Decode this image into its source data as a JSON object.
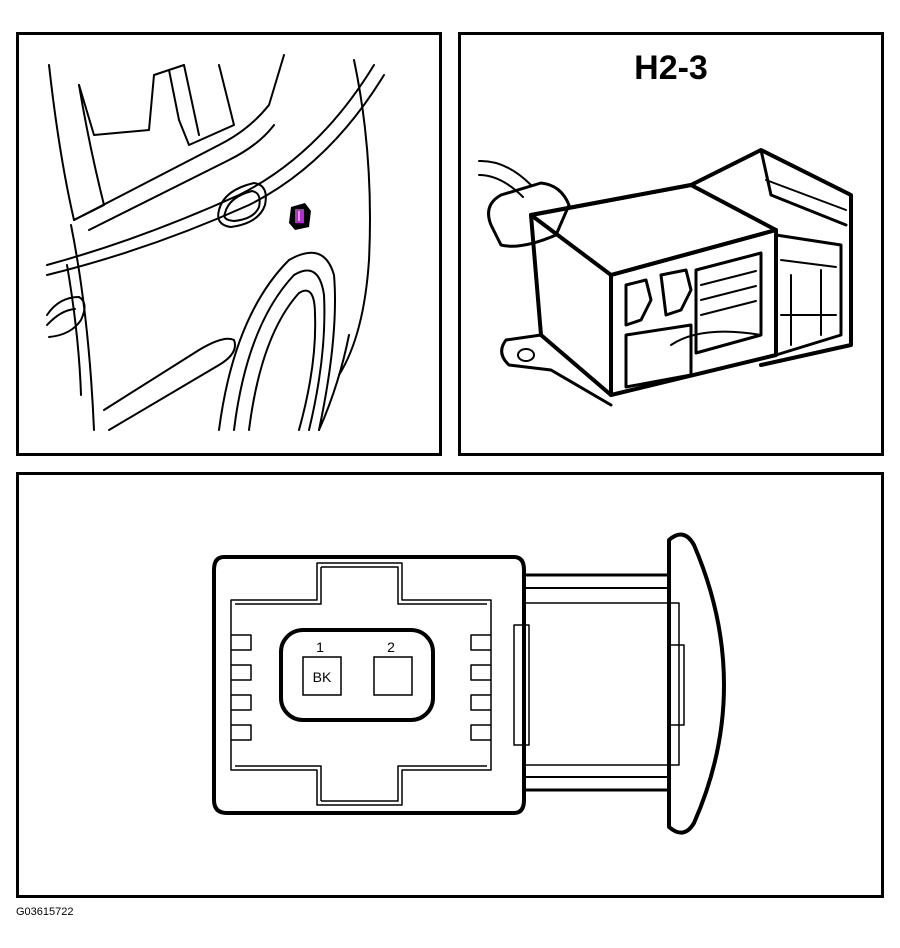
{
  "connector_view": {
    "title": "H2-3",
    "pins": [
      {
        "number": "1",
        "wire_color": "BK"
      },
      {
        "number": "2",
        "wire_color": ""
      }
    ]
  },
  "figure_id": "G03615722",
  "highlight_color": "#b030c8"
}
